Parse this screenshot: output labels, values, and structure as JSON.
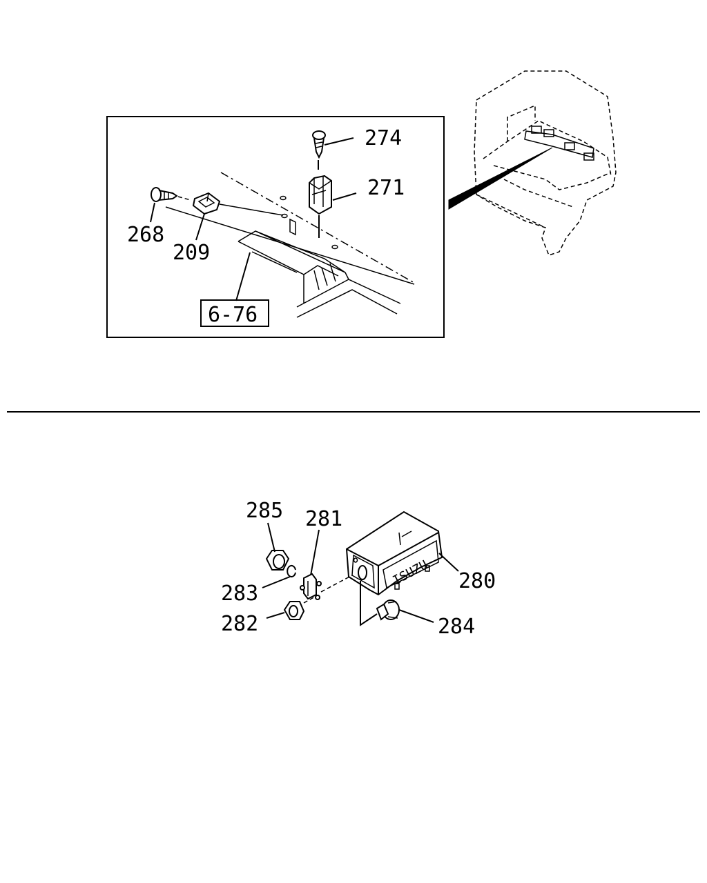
{
  "upper_view": {
    "callouts": {
      "p274": "274",
      "p271": "271",
      "p268": "268",
      "p209": "209",
      "ref": "6-76"
    }
  },
  "lower_view": {
    "callouts": {
      "p285": "285",
      "p281": "281",
      "p283": "283",
      "p282": "282",
      "p280": "280",
      "p284": "284"
    },
    "emblem_text": "ISUZU"
  }
}
